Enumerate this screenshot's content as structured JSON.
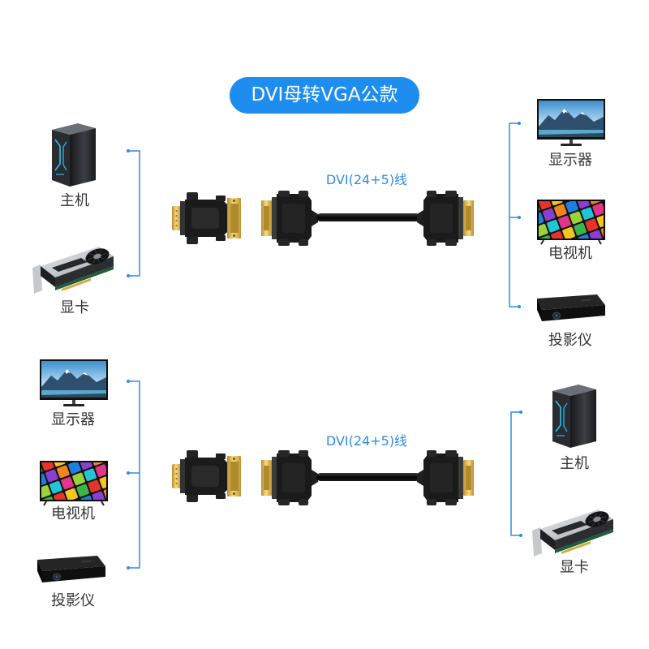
{
  "title": "DVI母转VGA公款",
  "colors": {
    "accent": "#1e8df0",
    "bracket": "#2f8ce4",
    "cable_label": "#2f8ce4",
    "gold": "#e2bd5a"
  },
  "sections": [
    {
      "cable_label": "DVI(24+5)线",
      "left_devices": [
        {
          "label": "主机",
          "icon": "pc-tower-icon"
        },
        {
          "label": "显卡",
          "icon": "graphics-card-icon"
        }
      ],
      "right_devices": [
        {
          "label": "显示器",
          "icon": "monitor-icon"
        },
        {
          "label": "电视机",
          "icon": "tv-icon"
        },
        {
          "label": "投影仪",
          "icon": "projector-icon"
        }
      ]
    },
    {
      "cable_label": "DVI(24+5)线",
      "left_devices": [
        {
          "label": "显示器",
          "icon": "monitor-icon"
        },
        {
          "label": "电视机",
          "icon": "tv-icon"
        },
        {
          "label": "投影仪",
          "icon": "projector-icon"
        }
      ],
      "right_devices": [
        {
          "label": "主机",
          "icon": "pc-tower-icon"
        },
        {
          "label": "显卡",
          "icon": "graphics-card-icon"
        }
      ]
    }
  ]
}
